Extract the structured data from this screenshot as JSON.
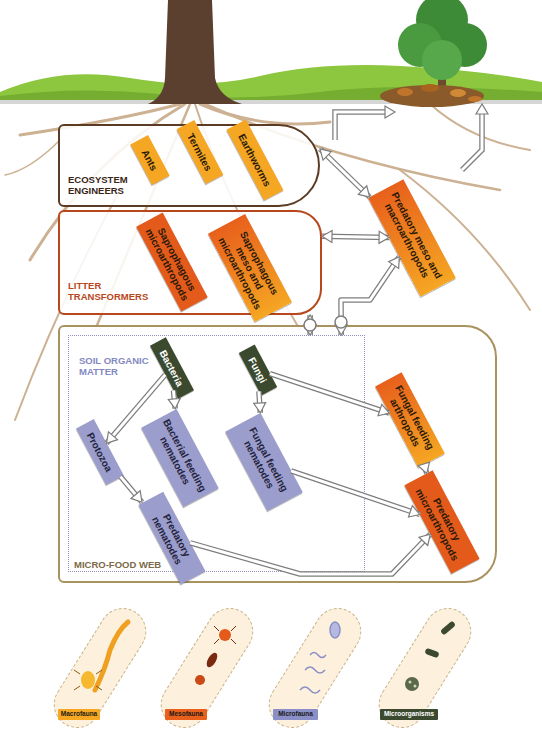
{
  "diagram": {
    "nodes": [
      {
        "text": [
          "ECOSYSTEM ENGINEERS"
        ]
      },
      {
        "text": [
          "Ants"
        ],
        "in": 0
      },
      {
        "text": [
          "Termites"
        ],
        "in": 0
      },
      {
        "text": [
          "Earthworms"
        ],
        "in": 0
      },
      {
        "text": [
          "LITTER TRANSFORMERS"
        ]
      },
      {
        "text": [
          "Saprophagous microarthropods"
        ],
        "in": 4
      },
      {
        "text": [
          "Saprophagous meso and microarthropods"
        ],
        "in": 4
      },
      {
        "text": [
          "Predatory meso and macroarthropods"
        ]
      },
      {
        "text": [
          "MICRO-FOOD WEB"
        ]
      },
      {
        "text": [
          "SOIL ORGANIC MATTER"
        ],
        "in": 8
      },
      {
        "text": [
          "Bacteria"
        ],
        "in": 9
      },
      {
        "text": [
          "Fungi"
        ],
        "in": 9
      },
      {
        "text": [
          "Protozoa"
        ],
        "in": 9
      },
      {
        "text": [
          "Bacterial feeding nematodes"
        ],
        "in": 9
      },
      {
        "text": [
          "Fungal feeding nematodes"
        ],
        "in": 9
      },
      {
        "text": [
          "Predatory nematodes"
        ],
        "in": 9
      },
      {
        "text": [
          "Fungal feeding arthropods"
        ],
        "in": 8
      },
      {
        "text": [
          "Predatory microarthropods"
        ],
        "in": 8
      }
    ],
    "edges": [
      {
        "from": 0,
        "to": 7,
        "arrow": "both"
      },
      {
        "from": 4,
        "to": 7,
        "arrow": "both"
      },
      {
        "from": 9,
        "to": 4,
        "arrow": "both"
      },
      {
        "from": 9,
        "to": 7,
        "arrow": "both"
      },
      {
        "from": 10,
        "to": 12,
        "arrow": "to"
      },
      {
        "from": 10,
        "to": 13,
        "arrow": "to"
      },
      {
        "from": 11,
        "to": 14,
        "arrow": "to"
      },
      {
        "from": 11,
        "to": 16,
        "arrow": "to"
      },
      {
        "from": 12,
        "to": 15,
        "arrow": "to"
      },
      {
        "from": 14,
        "to": 17,
        "arrow": "to"
      },
      {
        "from": 15,
        "to": 17,
        "arrow": "to"
      },
      {
        "from": 16,
        "to": 17,
        "arrow": "to"
      }
    ],
    "legend": [
      {
        "text": "Macrofauna",
        "color": "#f7a823"
      },
      {
        "text": "Mesofauna",
        "color": "#e8601c"
      },
      {
        "text": "Microfauna",
        "color": "#8b8fc7"
      },
      {
        "text": "Microorganisms",
        "color": "#3b4a2e"
      }
    ]
  }
}
